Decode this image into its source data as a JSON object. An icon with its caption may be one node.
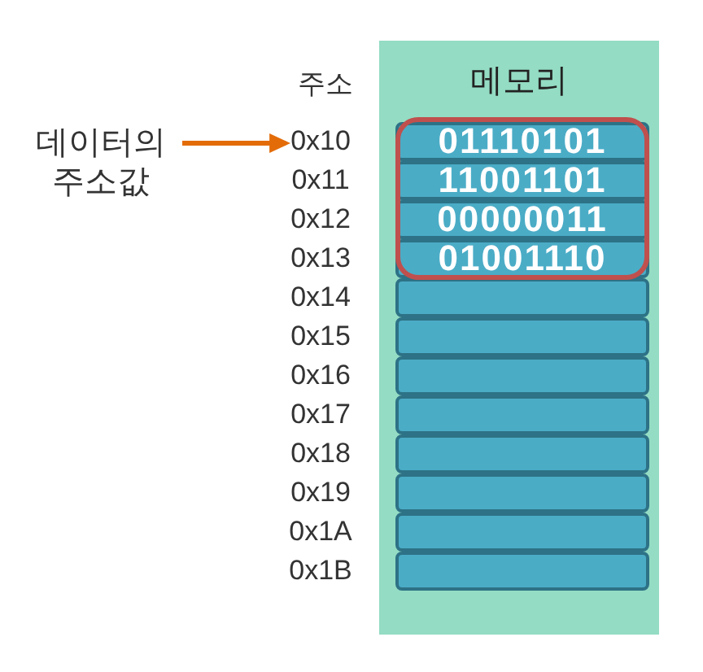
{
  "diagram": {
    "nodes": [
      {
        "text": [
          "데이터의 주소값"
        ]
      },
      {
        "text": [
          "0x10"
        ]
      },
      {
        "text": [
          "메모리"
        ]
      },
      {
        "text": [],
        "shape": "box",
        "in": 2
      },
      {
        "text": [
          "01110101"
        ],
        "in": 3
      },
      {
        "text": [
          "11001101"
        ],
        "in": 3
      },
      {
        "text": [
          "00000011"
        ],
        "in": 3
      },
      {
        "text": [
          "01001110"
        ],
        "in": 3
      },
      {
        "text": [],
        "shape": "box",
        "in": 2
      },
      {
        "text": [],
        "shape": "box",
        "in": 2
      },
      {
        "text": [],
        "shape": "box",
        "in": 2
      },
      {
        "text": [],
        "shape": "box",
        "in": 2
      },
      {
        "text": [],
        "shape": "box",
        "in": 2
      },
      {
        "text": [],
        "shape": "box",
        "in": 2
      },
      {
        "text": [],
        "shape": "box",
        "in": 2
      },
      {
        "text": [],
        "shape": "box",
        "in": 2
      }
    ],
    "edges": [
      {
        "from": 0,
        "to": 1,
        "arrow": "to"
      }
    ],
    "labels": [
      "주소",
      "0x11",
      "0x12",
      "0x13",
      "0x14",
      "0x15",
      "0x16",
      "0x17",
      "0x18",
      "0x19",
      "0x1A",
      "0x1B"
    ]
  }
}
